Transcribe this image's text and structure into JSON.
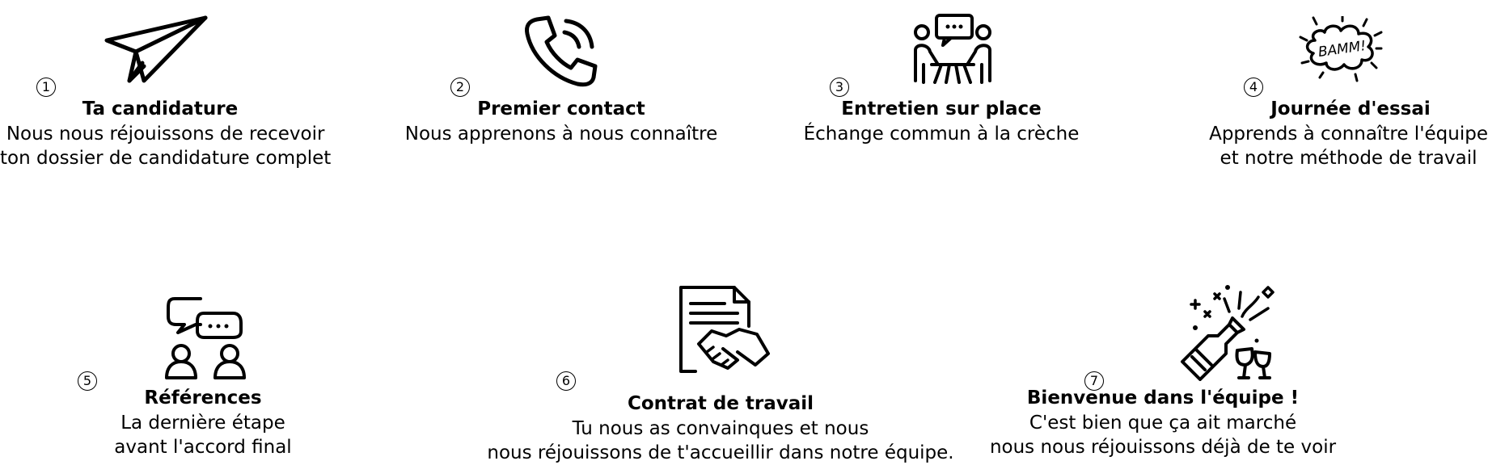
{
  "steps": [
    {
      "number": "1",
      "title": "Ta candidature",
      "lines": [
        "Nous nous réjouissons de recevoir",
        "ton dossier de candidature complet"
      ],
      "icon": "paper-plane-icon"
    },
    {
      "number": "2",
      "title": "Premier contact",
      "lines": [
        "Nous apprenons à nous connaître"
      ],
      "icon": "phone-call-icon"
    },
    {
      "number": "3",
      "title": "Entretien sur place",
      "lines": [
        "Échange commun à la crèche"
      ],
      "icon": "meeting-icon"
    },
    {
      "number": "4",
      "title": "Journée d'essai",
      "lines": [
        "Apprends à connaître l'équipe",
        "et notre méthode de travail"
      ],
      "icon": "bamm-burst-icon",
      "icon_text": "BAMM!"
    },
    {
      "number": "5",
      "title": "Références",
      "lines": [
        "La dernière étape",
        "avant l'accord final"
      ],
      "icon": "references-chat-icon"
    },
    {
      "number": "6",
      "title": "Contrat de travail",
      "lines": [
        "Tu nous as convainques et nous",
        "nous réjouissons de t'accueillir dans notre équipe."
      ],
      "icon": "contract-handshake-icon"
    },
    {
      "number": "7",
      "title": "Bienvenue dans l'équipe !",
      "lines": [
        "C'est bien que ça ait marché",
        "nous nous réjouissons déjà de te voir"
      ],
      "icon": "champagne-celebration-icon"
    }
  ]
}
